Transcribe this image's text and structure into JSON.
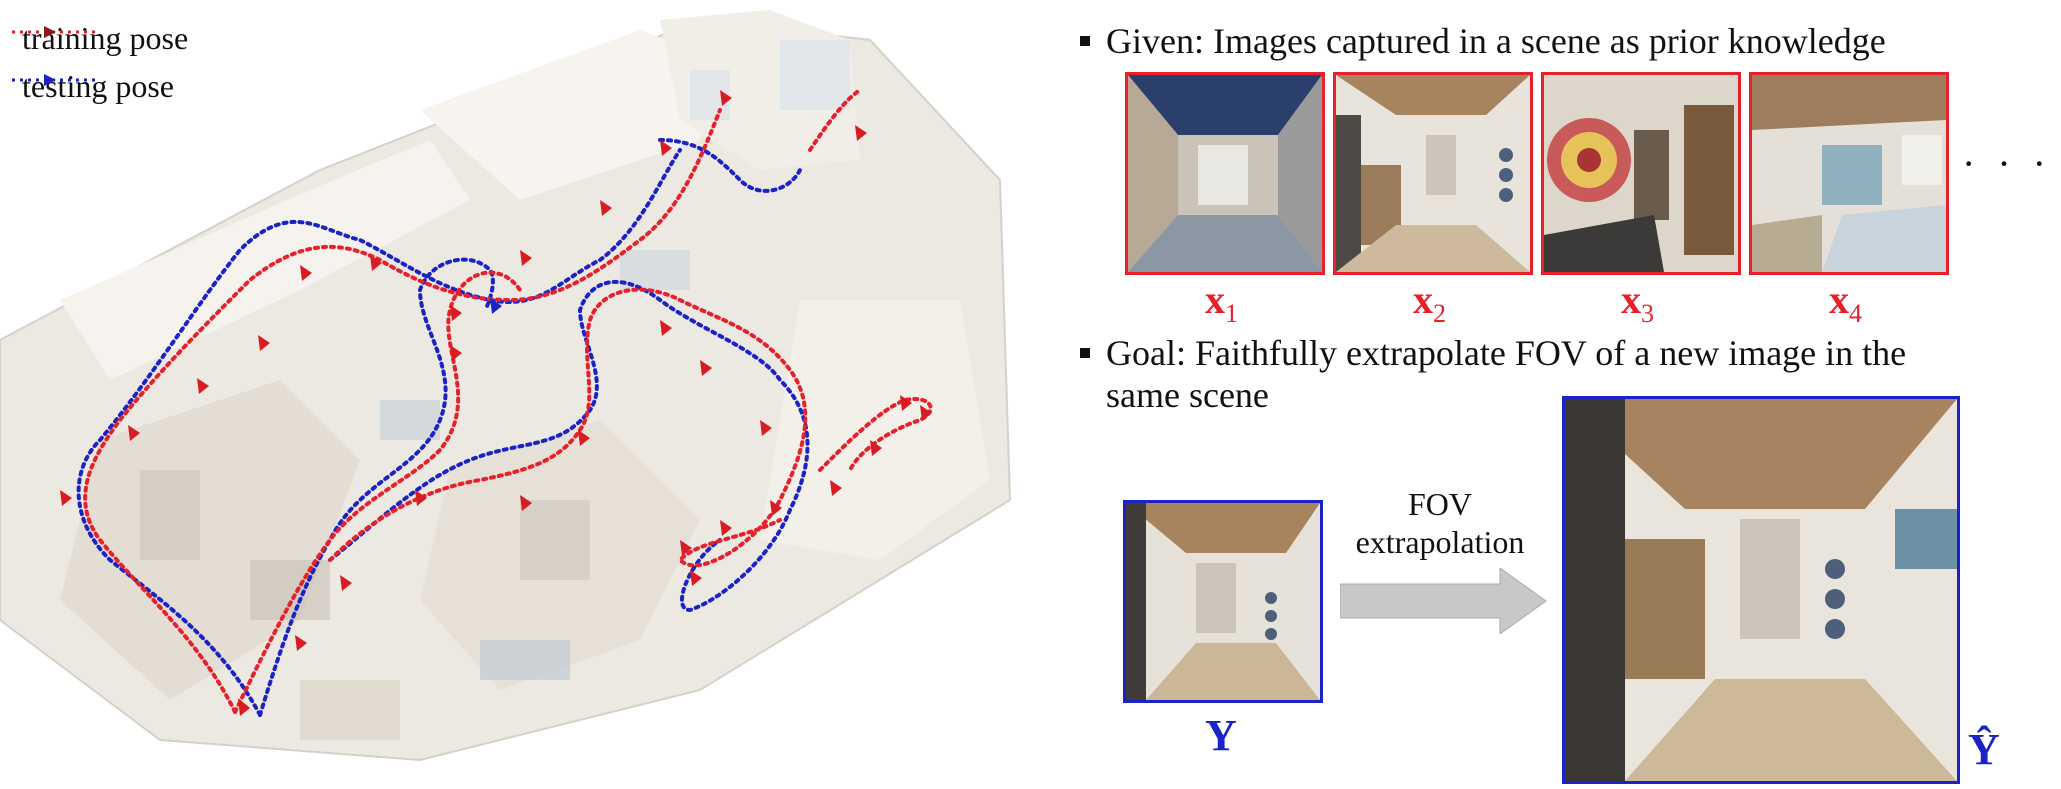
{
  "legend": {
    "training": {
      "label": "training pose",
      "color": "#e8202a"
    },
    "testing": {
      "label": "testing pose",
      "color": "#1a22c8"
    }
  },
  "given": {
    "text": "Given: Images captured in a scene as prior knowledge"
  },
  "goal": {
    "line1": "Goal: Faithfully extrapolate FOV of a new image in the",
    "line2": "same scene"
  },
  "inputs": [
    {
      "symbol": "x",
      "index": "1"
    },
    {
      "symbol": "x",
      "index": "2"
    },
    {
      "symbol": "x",
      "index": "3"
    },
    {
      "symbol": "x",
      "index": "4"
    }
  ],
  "ellipsis": "· · ·",
  "query": {
    "symbol": "Y"
  },
  "output": {
    "symbol": "Ŷ"
  },
  "arrow": {
    "line1": "FOV",
    "line2": "extrapolation"
  },
  "colors": {
    "train": "#e8202a",
    "test": "#1a22c8",
    "arrow": "#c8c8c8"
  }
}
